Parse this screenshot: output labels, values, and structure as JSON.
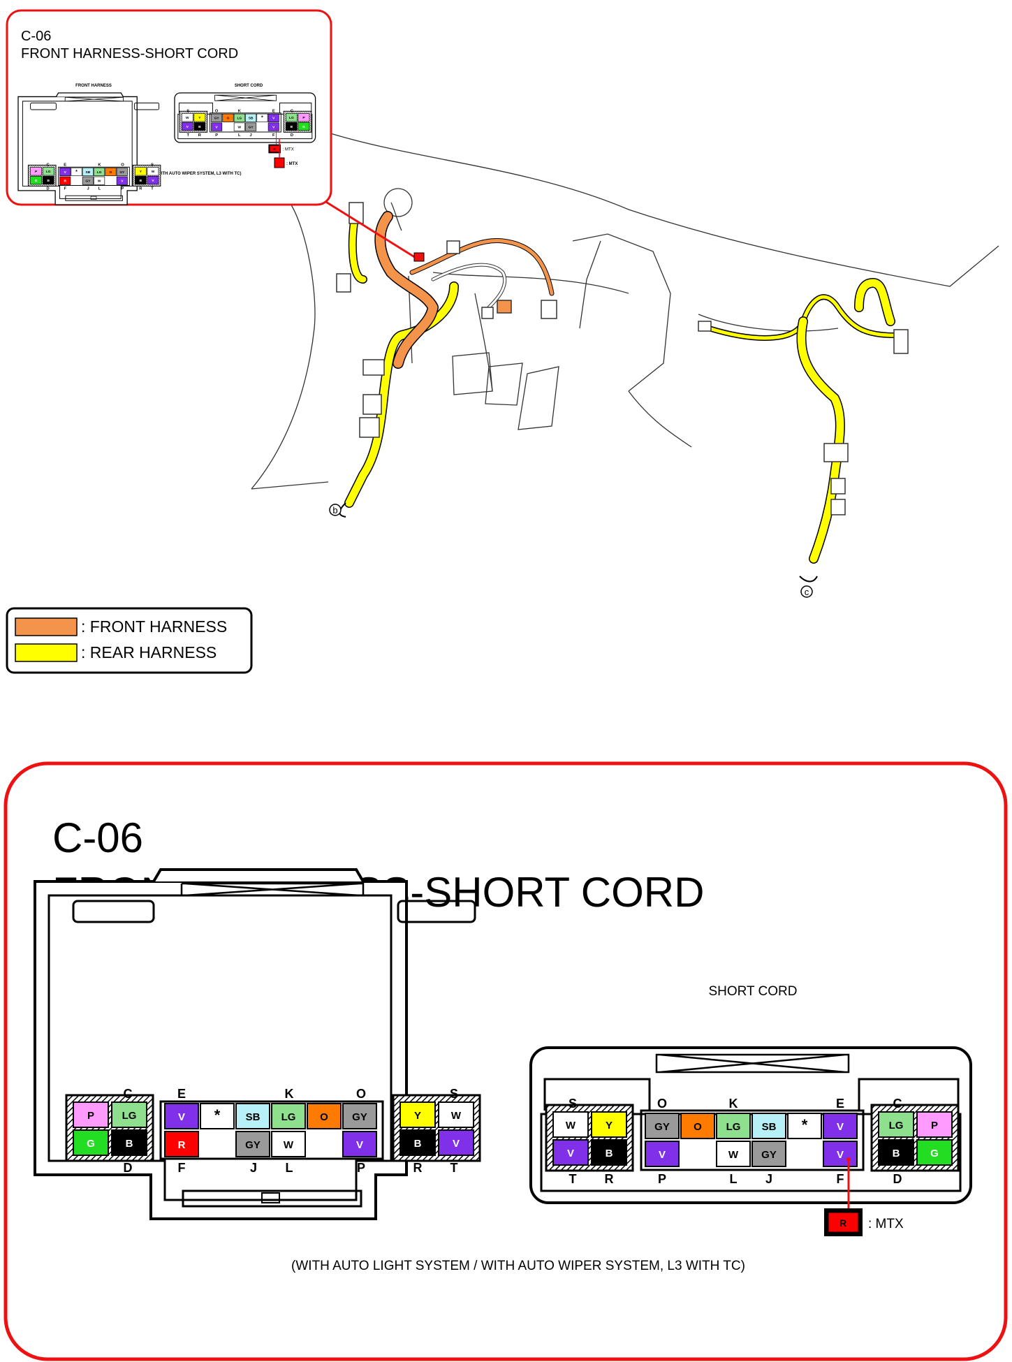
{
  "connector_id": "C-06",
  "title": "FRONT HARNESS-SHORT CORD",
  "condition_note": "(WITH AUTO LIGHT SYSTEM / WITH AUTO WIPER SYSTEM, L3 WITH TC)",
  "front_harness": {
    "label": "FRONT HARNESS",
    "pin_letters": {
      "C": "C",
      "D": "D",
      "E": "E",
      "F": "F",
      "J": "J",
      "K": "K",
      "L": "L",
      "O": "O",
      "P": "P",
      "S": "S",
      "R": "R",
      "T": "T"
    }
  },
  "short_cord": {
    "label": "SHORT CORD",
    "pin_letters": {
      "S": "S",
      "T": "T",
      "R": "R",
      "O": "O",
      "P": "P",
      "K": "K",
      "L": "L",
      "J": "J",
      "E": "E",
      "F": "F",
      "C": "C",
      "D": "D"
    }
  },
  "mtx_note": {
    "wire": "R",
    "label": ": MTX"
  },
  "legend": {
    "front_harness": ": FRONT HARNESS",
    "rear_harness": ": REAR HARNESS"
  },
  "markers": {
    "b": "b",
    "c": "c"
  },
  "colors": {
    "P": "#ff9bff",
    "LG": "#8ee08e",
    "G": "#22dd22",
    "B": "#000000",
    "V": "#8030e8",
    "R": "#ff0000",
    "SB": "#b8f0f8",
    "GY": "#9a9a9a",
    "W": "#ffffff",
    "O": "#ff7a00",
    "Y": "#ffff00",
    "frame_red": "#ee1111",
    "front_harness": "#f4934a",
    "rear_harness": "#ffff00"
  },
  "wires": {
    "fh_left_block": [
      [
        "P",
        "LG"
      ],
      [
        "G",
        "B"
      ]
    ],
    "fh_mid_top": [
      "V",
      "*",
      "SB",
      "LG",
      "O",
      "GY"
    ],
    "fh_mid_bottom": [
      "R",
      "GY",
      "W",
      "V"
    ],
    "fh_right_block": [
      [
        "Y",
        "W"
      ],
      [
        "B",
        "V"
      ]
    ],
    "sc_left_block": [
      [
        "W",
        "Y"
      ],
      [
        "V",
        "B"
      ]
    ],
    "sc_mid_top": [
      "GY",
      "O",
      "LG",
      "SB",
      "*",
      "V"
    ],
    "sc_mid_bottom": [
      "V",
      "W",
      "GY",
      "V"
    ],
    "sc_right_block": [
      [
        "LG",
        "P"
      ],
      [
        "B",
        "G"
      ]
    ]
  }
}
